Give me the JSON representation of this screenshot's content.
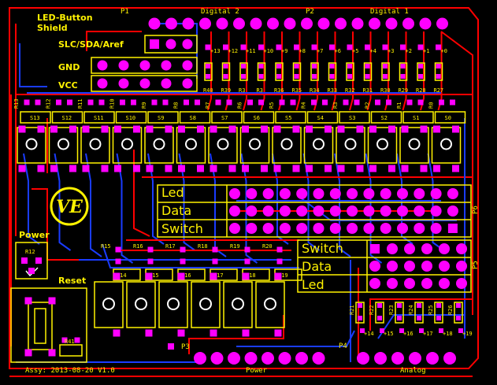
{
  "colors": {
    "background": "#000000",
    "silkscreen": "#fff200",
    "pad": "#ff00ff",
    "trace_top": "#ff0000",
    "trace_bottom": "#1a3cff"
  },
  "title_lines": [
    "LED-Button",
    "Shield"
  ],
  "assembly_text": "Assy: 2013-08-20 V1.0",
  "logo_text": "VE",
  "connectors": {
    "p1": "P1",
    "p2": "P2",
    "p3": "P3",
    "p4": "P4",
    "p5": "P5",
    "p6": "P6",
    "digital2": "Digital 2",
    "digital1": "Digital 1",
    "power": "Power",
    "analog": "Analog"
  },
  "left_labels": {
    "slc": "SLC/SDA/Aref",
    "gnd": "GND",
    "vcc": "VCC",
    "power": "Power",
    "reset": "Reset",
    "r12": "R12",
    "r41": "R41"
  },
  "digital_pin_labels": [
    "13",
    "12",
    "11",
    "10",
    "9",
    "8",
    "7",
    "6",
    "5",
    "4",
    "3",
    "2",
    "1",
    "0"
  ],
  "resistor_top_labels": [
    "R40",
    "R39",
    "R3",
    "R3",
    "R36",
    "R35",
    "R34",
    "R33",
    "R32",
    "R31",
    "R30",
    "R29",
    "R28",
    "R27"
  ],
  "resistor_left_labels": [
    "R13",
    "R12",
    "R11",
    "R10",
    "R9",
    "R8",
    "R7",
    "R6",
    "R5",
    "R4",
    "R3",
    "R2",
    "R1",
    "R0"
  ],
  "switch_labels": [
    "S13",
    "S12",
    "S11",
    "S10",
    "S9",
    "S8",
    "S7",
    "S6",
    "S5",
    "S4",
    "S3",
    "S2",
    "S1",
    "S0"
  ],
  "header_p6": [
    "Led",
    "Data",
    "Switch"
  ],
  "header_p5": [
    "Switch",
    "Data",
    "Led"
  ],
  "lower_resistors": [
    "R15",
    "R16",
    "R17",
    "R18",
    "R19",
    "R20"
  ],
  "lower_switches": [
    "S14",
    "S15",
    "S16",
    "S17",
    "S18",
    "S19"
  ],
  "analog_resistors": [
    "R21",
    "R22",
    "R23",
    "R24",
    "R25",
    "R26"
  ],
  "analog_pins": [
    "14",
    "15",
    "16",
    "17",
    "18",
    "19"
  ]
}
